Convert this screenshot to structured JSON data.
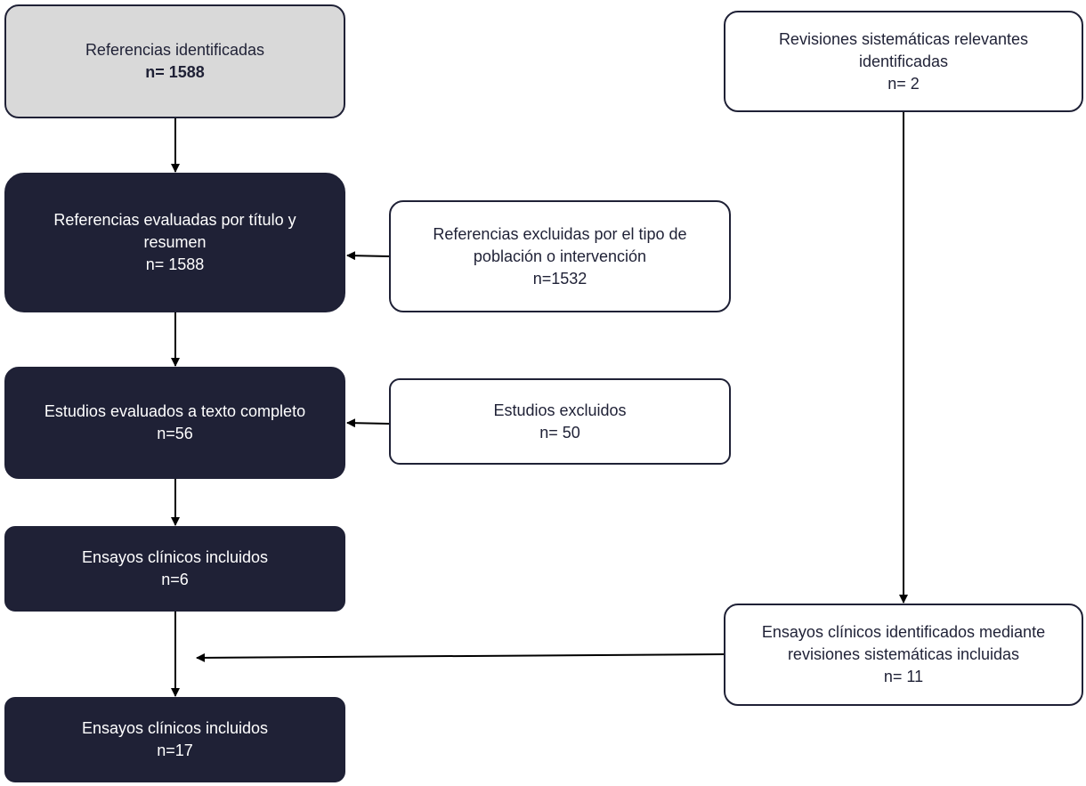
{
  "boxes": {
    "identified": {
      "label": "Referencias identificadas",
      "count": "n= 1588"
    },
    "screened": {
      "label": "Referencias evaluadas por título y resumen",
      "count": "n= 1588"
    },
    "excluded_screen": {
      "label": "Referencias excluidas por el tipo de población o intervención",
      "count": "n=1532"
    },
    "fulltext": {
      "label": "Estudios evaluados a texto completo",
      "count": "n=56"
    },
    "excluded_fulltext": {
      "label": "Estudios excluidos",
      "count": "n= 50"
    },
    "included_trials": {
      "label": "Ensayos clínicos incluidos",
      "count": "n=6"
    },
    "reviews": {
      "label": "Revisiones sistemáticas relevantes identificadas",
      "count": "n= 2"
    },
    "trials_from_reviews": {
      "label": "Ensayos clínicos identificados mediante revisiones sistemáticas incluidas",
      "count": "n= 11"
    },
    "final_included": {
      "label": "Ensayos clínicos incluidos",
      "count": "n=17"
    }
  },
  "colors": {
    "dark": "#1f2136",
    "gray": "#d9d9d9",
    "light": "#ffffff"
  }
}
